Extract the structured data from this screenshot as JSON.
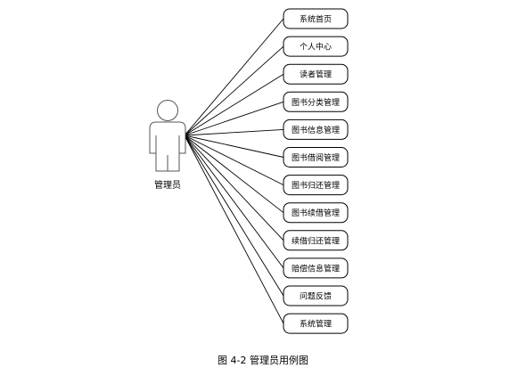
{
  "actor": {
    "label": "管理员",
    "icon": "stick-figure-actor-icon"
  },
  "use_cases": [
    {
      "label": "系统首页"
    },
    {
      "label": "个人中心"
    },
    {
      "label": "读者管理"
    },
    {
      "label": "图书分类管理"
    },
    {
      "label": "图书信息管理"
    },
    {
      "label": "图书借阅管理"
    },
    {
      "label": "图书归还管理"
    },
    {
      "label": "图书续借管理"
    },
    {
      "label": "续借归还管理"
    },
    {
      "label": "赔偿信息管理"
    },
    {
      "label": "问题反馈"
    },
    {
      "label": "系统管理"
    }
  ],
  "caption": "图 4-2 管理员用例图",
  "colors": {
    "stroke": "#000000",
    "actor_stroke": "#555555",
    "background": "#ffffff"
  }
}
